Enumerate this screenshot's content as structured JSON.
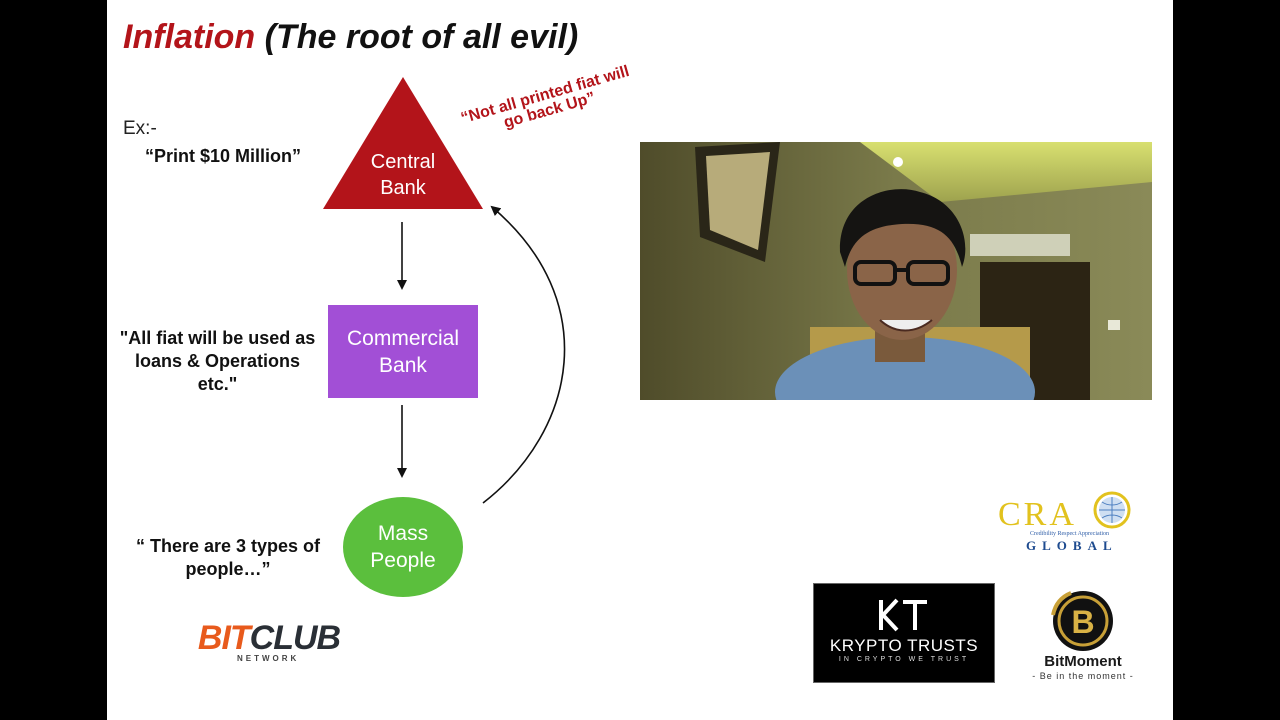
{
  "slide": {
    "title": {
      "accent": "Inflation",
      "rest": " (The root of all evil)"
    },
    "ex_label": "Ex:-",
    "quotes": {
      "print": "“Print $10 Million”",
      "fiat": "\"All fiat will be used as loans & Operations etc.\"",
      "types": "“ There are 3 types of people…”"
    },
    "red_note": "“Not all printed fiat will go back Up”",
    "flow": {
      "central_bank": [
        "Central",
        "Bank"
      ],
      "commercial_bank": [
        "Commercial",
        "Bank"
      ],
      "mass_people": [
        "Mass",
        "People"
      ]
    },
    "colors": {
      "title_accent": "#b3141a",
      "central_bank": "#b3141a",
      "commercial_bank": "#a24fd6",
      "mass_people": "#5bbf3d"
    }
  },
  "logos": {
    "bitclub": {
      "part1": "BIT",
      "part2": "CLUB",
      "subtitle": "NETWORK"
    },
    "cra": {
      "main": "CRA",
      "tagline": "Credibility Respect Appreciation",
      "sub": "GLOBAL"
    },
    "krypto": {
      "name": "KRYPTO TRUSTS",
      "tagline": "IN CRYPTO WE TRUST"
    },
    "bitmoment": {
      "name": "BitMoment",
      "tagline": "- Be in the moment -"
    }
  },
  "video": {
    "content": "webcam-presenter"
  }
}
